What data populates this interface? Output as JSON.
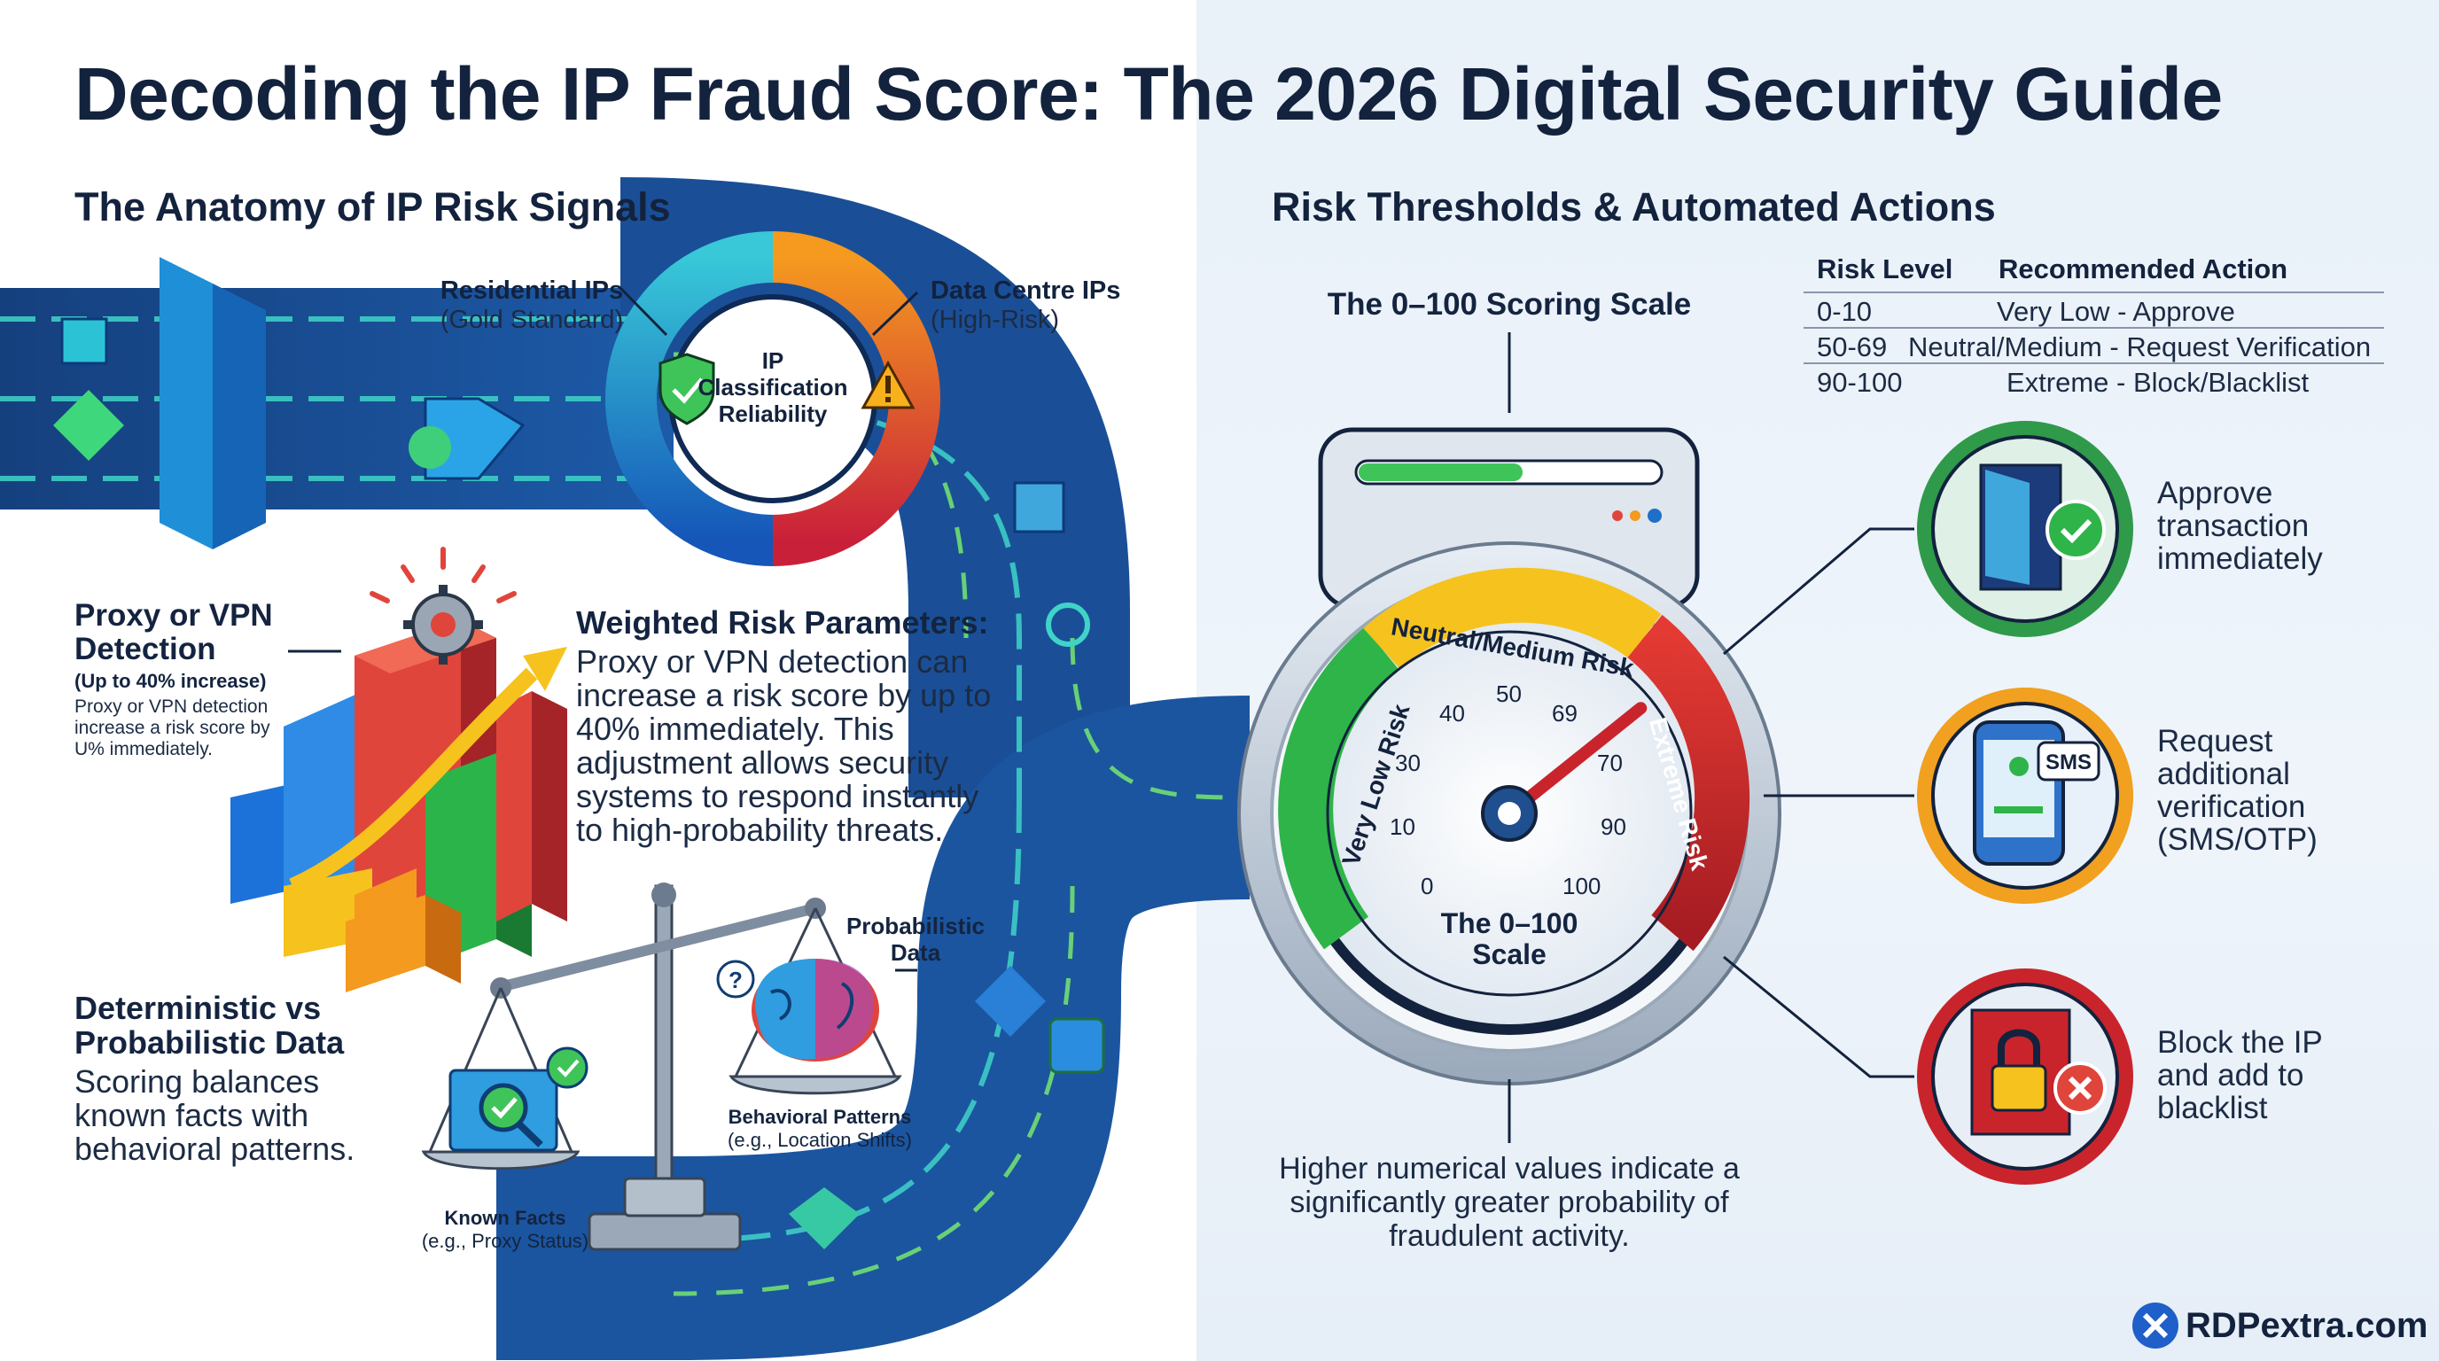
{
  "title": "Decoding the IP Fraud Score: The 2026 Digital Security Guide",
  "left": {
    "heading": "The Anatomy of IP Risk Signals",
    "residential": {
      "title": "Residential IPs",
      "sub": "(Gold Standard)"
    },
    "datacentre": {
      "title": "Data Centre IPs",
      "sub": "(High-Risk)"
    },
    "ring_center": "IP Classification Reliability",
    "proxy": {
      "title": "Proxy or VPN Detection",
      "sub": "(Up to 40% increase)",
      "note": "Proxy or VPN detection increase a risk score by U% immediately."
    },
    "weighted": {
      "title": "Weighted Risk Parameters:",
      "body": "Proxy or VPN detection can increase a risk score by up to 40% immediately. This adjustment allows security systems to respond instantly to high-probability threats."
    },
    "det_prob": {
      "title": "Deterministic vs Probabilistic Data",
      "body": "Scoring balances known facts with behavioral patterns."
    },
    "probabilistic_label": "Probabilistic Data",
    "behavioral": {
      "title": "Behavioral Patterns",
      "sub": "(e.g., Location Shifts)"
    },
    "known": {
      "title": "Known Facts",
      "sub": "(e.g., Proxy Status)"
    }
  },
  "right": {
    "heading": "Risk Thresholds & Automated Actions",
    "scale_label": "The 0–100 Scoring Scale",
    "table": {
      "headers": [
        "Risk Level",
        "Recommended Action"
      ],
      "rows": [
        [
          "0-10",
          "Very Low - Approve"
        ],
        [
          "50-69",
          "Neutral/Medium - Request Verification"
        ],
        [
          "90-100",
          "Extreme - Block/Blacklist"
        ]
      ]
    },
    "gauge": {
      "band_low": "Very Low Risk",
      "band_mid": "Neutral/Medium Risk",
      "band_high": "Extreme Risk",
      "ticks": [
        "0",
        "10",
        "30",
        "40",
        "50",
        "69",
        "70",
        "90",
        "100"
      ],
      "center": "The 0–100 Scale",
      "needle_value": 69
    },
    "footnote": "Higher numerical values indicate a significantly greater probability of fraudulent activity.",
    "actions": [
      {
        "text": "Approve transaction immediately",
        "icon": "door-check-icon"
      },
      {
        "text": "Request additional verification (SMS/OTP)",
        "icon": "phone-sms-icon"
      },
      {
        "text": "Block the IP and add to blacklist",
        "icon": "padlock-block-icon"
      }
    ],
    "sms_badge": "SMS"
  },
  "brand": "RDPextra.com",
  "colors": {
    "navy": "#13223d",
    "green": "#2fb44a",
    "yellow": "#f6c21d",
    "red": "#d0312d",
    "blue": "#1f6fc9"
  }
}
